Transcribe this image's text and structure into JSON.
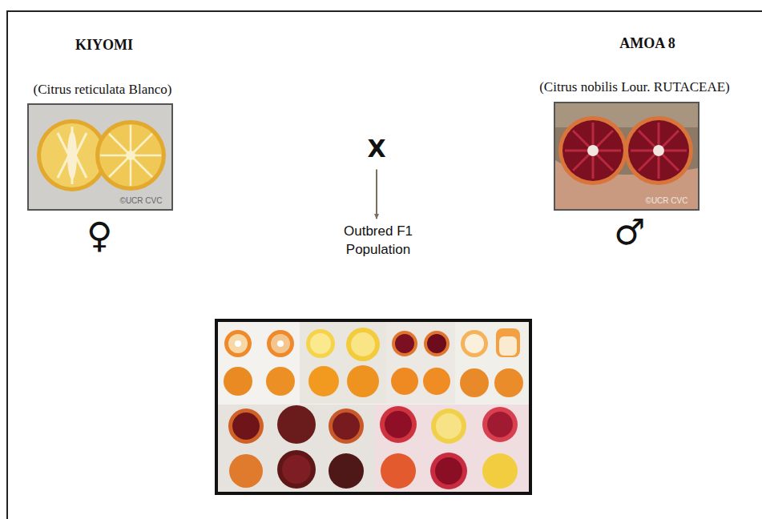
{
  "diagram": {
    "nodes": [
      {
        "text": [
          "X"
        ]
      },
      {
        "text": [
          "Outbred F1 Population"
        ]
      }
    ],
    "edges": [
      {
        "from": 0,
        "to": 1,
        "arrow": "to"
      }
    ],
    "labels": [
      "KIYOMI",
      "(Citrus reticulata Blanco)",
      "♀",
      "AMOA 8",
      "(Citrus nobilis Lour. RUTACEAE)",
      "♂",
      "©UCR CVC",
      "©UCR CVC"
    ]
  }
}
